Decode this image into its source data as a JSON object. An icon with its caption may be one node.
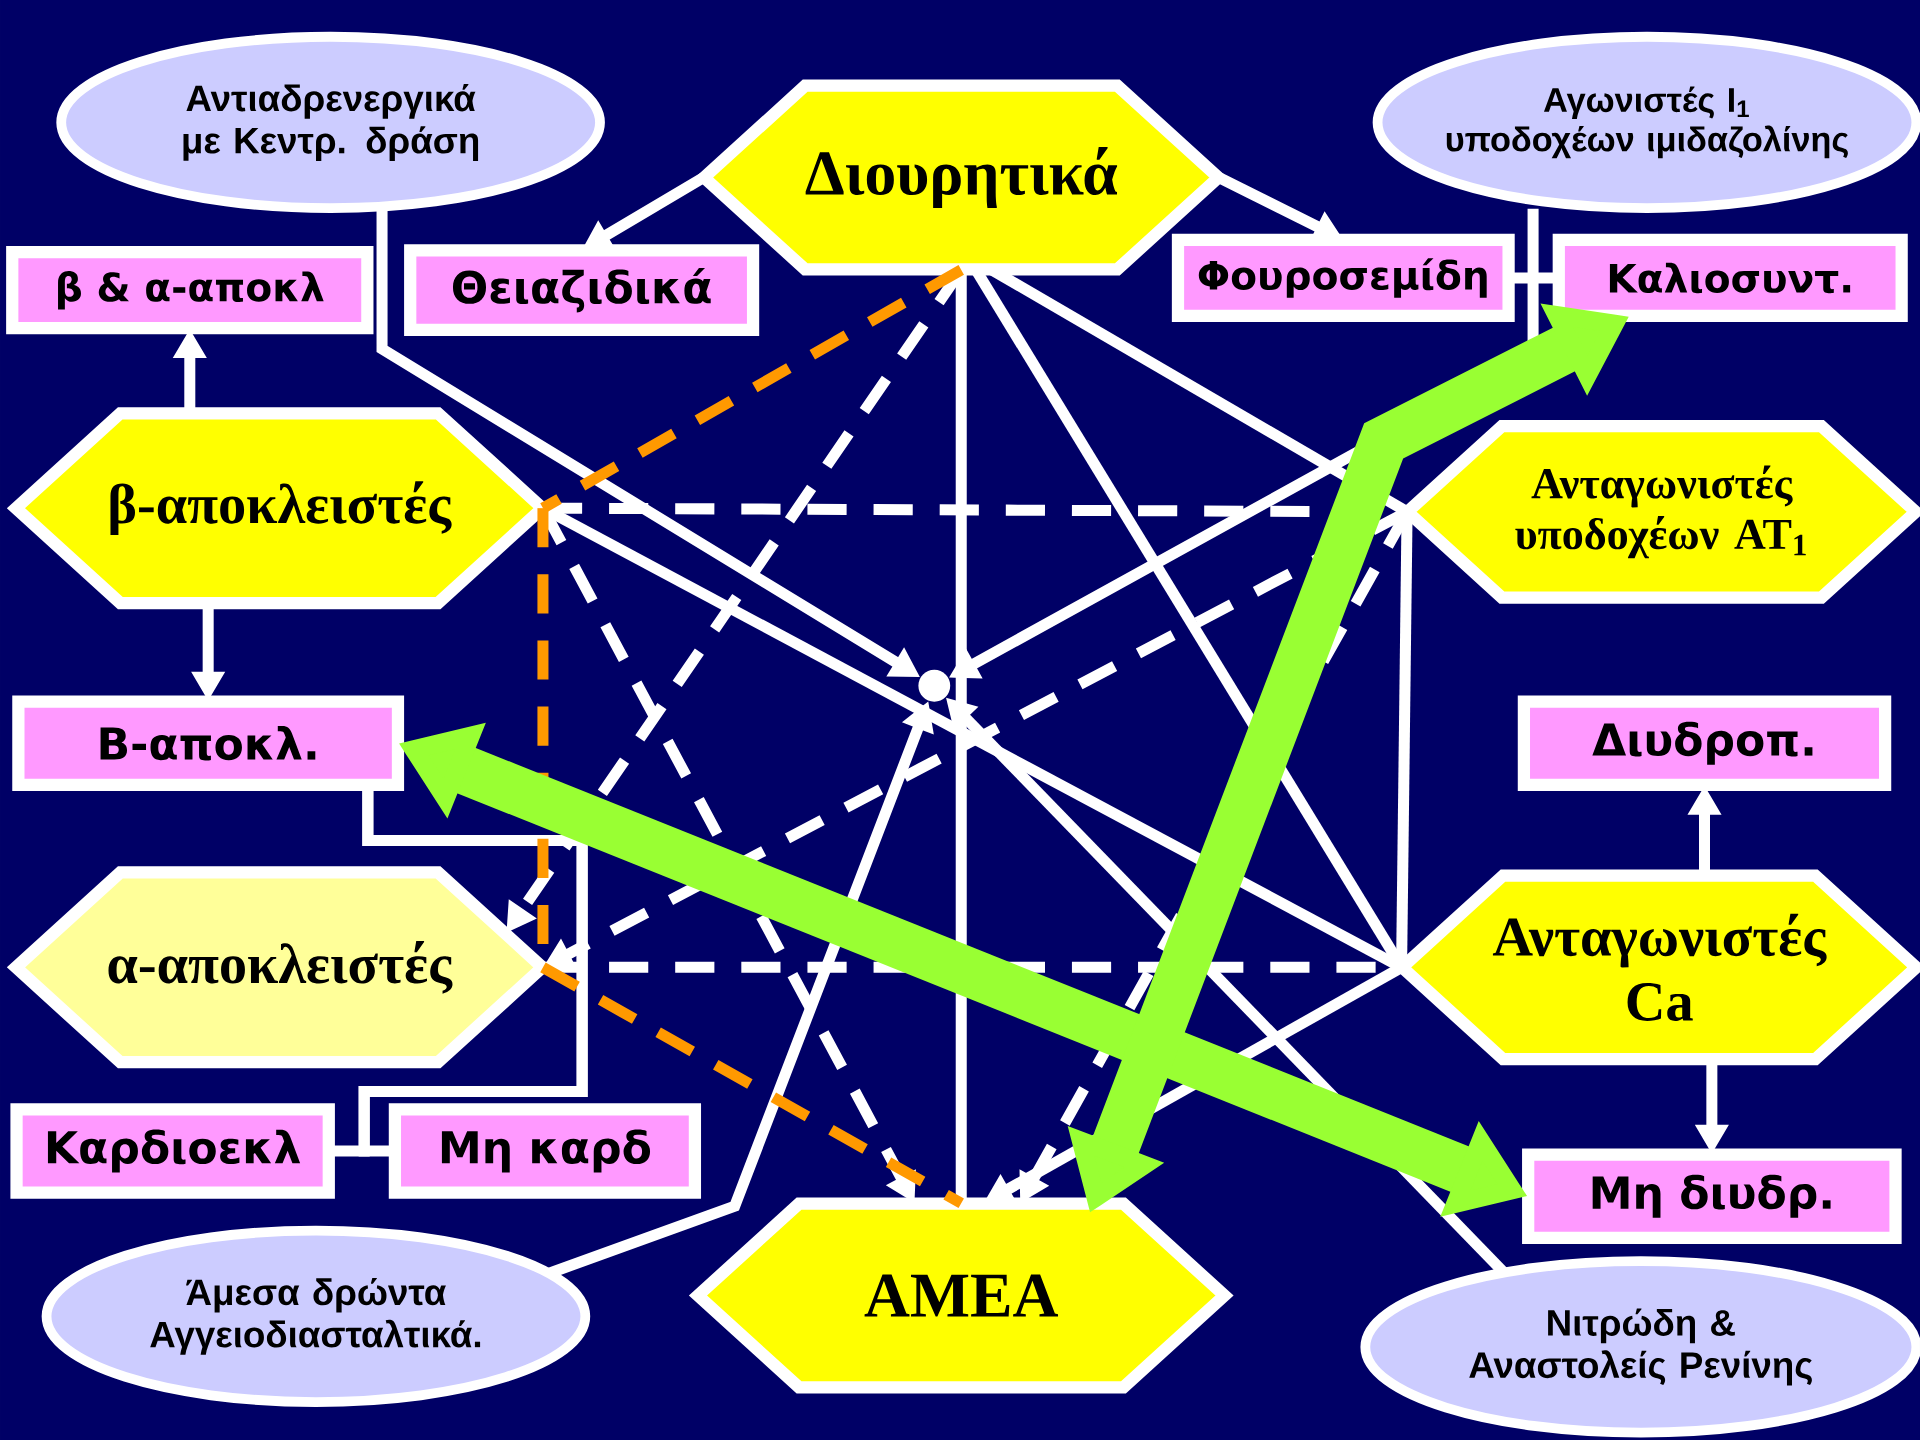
{
  "diagram": {
    "nodes": [
      {
        "text": [
          "Αντιαδρενεργικά με Κεντρ. δράση"
        ]
      },
      {
        "text": [
          "Διουρητικά"
        ]
      },
      {
        "text": [
          "Αγωνιστές I$_{1}$ υποδοχέων ιμιδαζολίνης"
        ]
      },
      {
        "text": [
          "β & α-αποκλ"
        ]
      },
      {
        "text": [
          "Θειαζιδικά"
        ]
      },
      {
        "text": [
          "Φουροσεμίδη"
        ]
      },
      {
        "text": [
          "Καλιοσυντ."
        ]
      },
      {
        "text": [
          "β-αποκλειστές"
        ]
      },
      {
        "text": [
          "Ανταγωνιστές υποδοχέων AT$_{1}$"
        ]
      },
      {
        "text": [
          "Β-αποκλ."
        ]
      },
      {
        "text": [
          "Διυδροπ."
        ]
      },
      {
        "text": [
          "α-αποκλειστές"
        ]
      },
      {
        "text": [
          "Ανταγωνιστές Ca"
        ]
      },
      {
        "text": [
          "Καρδιοεκλ"
        ]
      },
      {
        "text": [
          "Μη καρδ"
        ]
      },
      {
        "text": [
          "Μη διυδρ."
        ]
      },
      {
        "text": [
          "Άμεσα δρώντα Αγγειοδιασταλτικά."
        ]
      },
      {
        "text": [
          "ΑΜΕΑ"
        ]
      },
      {
        "text": [
          "Νιτρώδη & Αναστολείς Ρενίνης"
        ]
      },
      {
        "text": [],
        "shape": "circle"
      }
    ],
    "edges": [
      {
        "from": 1,
        "to": 4,
        "arrow": "to"
      },
      {
        "from": 1,
        "to": 5,
        "arrow": "to"
      },
      {
        "from": 5,
        "to": 6,
        "arrow": "none"
      },
      {
        "from": 7,
        "to": 3,
        "arrow": "to"
      },
      {
        "from": 7,
        "to": 9,
        "arrow": "to"
      },
      {
        "from": 9,
        "to": 13,
        "arrow": "none"
      },
      {
        "from": 9,
        "to": 14,
        "arrow": "none"
      },
      {
        "from": 12,
        "to": 10,
        "arrow": "to"
      },
      {
        "from": 12,
        "to": 15,
        "arrow": "to"
      },
      {
        "from": 0,
        "to": 19,
        "arrow": "to"
      },
      {
        "from": 2,
        "to": 19,
        "arrow": "to"
      },
      {
        "from": 16,
        "to": 19,
        "arrow": "to"
      },
      {
        "from": 18,
        "to": 19,
        "arrow": "to"
      },
      {
        "from": 1,
        "to": 17,
        "arrow": "none"
      },
      {
        "from": 1,
        "to": 8,
        "arrow": "none"
      },
      {
        "from": 1,
        "to": 12,
        "arrow": "none"
      },
      {
        "from": 7,
        "to": 12,
        "arrow": "none"
      },
      {
        "from": 8,
        "to": 12,
        "arrow": "none"
      },
      {
        "from": 12,
        "to": 17,
        "arrow": "to"
      },
      {
        "from": 7,
        "to": 8,
        "arrow": "none",
        "style": "dashed"
      },
      {
        "from": 11,
        "to": 12,
        "arrow": "none",
        "style": "dashed"
      },
      {
        "from": 1,
        "to": 11,
        "arrow": "to",
        "style": "dashed"
      },
      {
        "from": 8,
        "to": 11,
        "arrow": "to",
        "style": "dashed"
      },
      {
        "from": 7,
        "to": 17,
        "arrow": "to",
        "style": "dashed"
      },
      {
        "from": 8,
        "to": 17,
        "arrow": "to",
        "style": "dashed"
      },
      {
        "from": 1,
        "to": 7,
        "arrow": "none",
        "style": "dashed",
        "color": "#ff9900"
      },
      {
        "from": 7,
        "to": 11,
        "arrow": "none",
        "style": "dashed",
        "color": "#ff9900"
      },
      {
        "from": 11,
        "to": 17,
        "arrow": "none",
        "style": "dashed",
        "color": "#ff9900"
      },
      {
        "from": 9,
        "to": 15,
        "arrow": "both",
        "style": "thick",
        "color": "#99ff33"
      },
      {
        "from": 17,
        "to": 6,
        "arrow": "both",
        "style": "thick",
        "color": "#99ff33"
      }
    ]
  }
}
